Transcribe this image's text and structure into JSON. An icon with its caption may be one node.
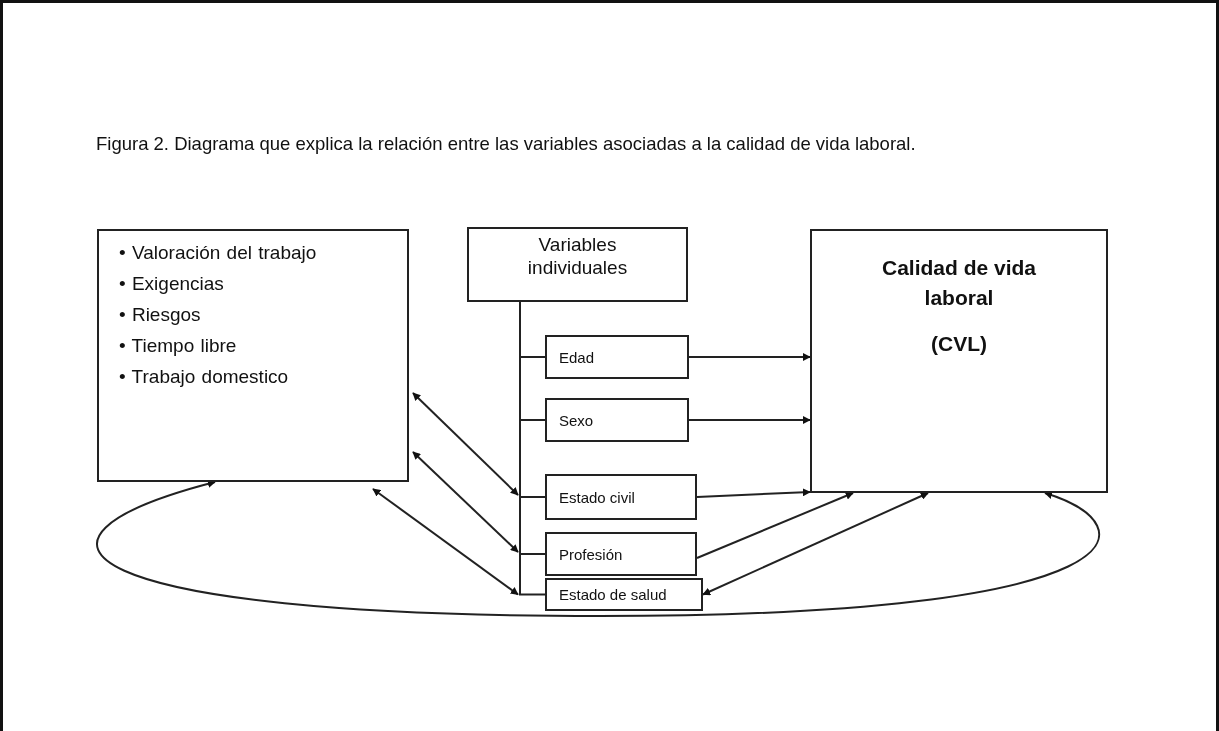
{
  "diagram": {
    "title": "Figura 2. Diagrama que explica la relación entre las variables asociadas a la calidad de vida laboral.",
    "nodes": [
      {
        "text": [
          "• Valoración del trabajo",
          "• Exigencias",
          "• Riesgos",
          "• Tiempo libre",
          "• Trabajo domestico"
        ]
      },
      {
        "text": [
          "Variables individuales"
        ]
      },
      {
        "text": [
          "Calidad de vida laboral",
          "(CVL)"
        ]
      },
      {
        "text": [
          "Edad"
        ]
      },
      {
        "text": [
          "Sexo"
        ]
      },
      {
        "text": [
          "Estado civil"
        ]
      },
      {
        "text": [
          "Profesión"
        ]
      },
      {
        "text": [
          "Estado de salud"
        ]
      }
    ],
    "edges": [
      {
        "from": 1,
        "to": 3,
        "arrow": "none"
      },
      {
        "from": 1,
        "to": 4,
        "arrow": "none"
      },
      {
        "from": 1,
        "to": 5,
        "arrow": "none"
      },
      {
        "from": 1,
        "to": 6,
        "arrow": "none"
      },
      {
        "from": 1,
        "to": 7,
        "arrow": "none"
      },
      {
        "from": 3,
        "to": 2,
        "arrow": "to"
      },
      {
        "from": 4,
        "to": 2,
        "arrow": "to"
      },
      {
        "from": 5,
        "to": 2,
        "arrow": "to"
      },
      {
        "from": 6,
        "to": 2,
        "arrow": "to"
      },
      {
        "from": 7,
        "to": 2,
        "arrow": "both"
      },
      {
        "from": 0,
        "to": 5,
        "arrow": "both"
      },
      {
        "from": 0,
        "to": 6,
        "arrow": "both"
      },
      {
        "from": 0,
        "to": 7,
        "arrow": "both"
      },
      {
        "from": 0,
        "to": 2,
        "arrow": "both"
      }
    ]
  }
}
